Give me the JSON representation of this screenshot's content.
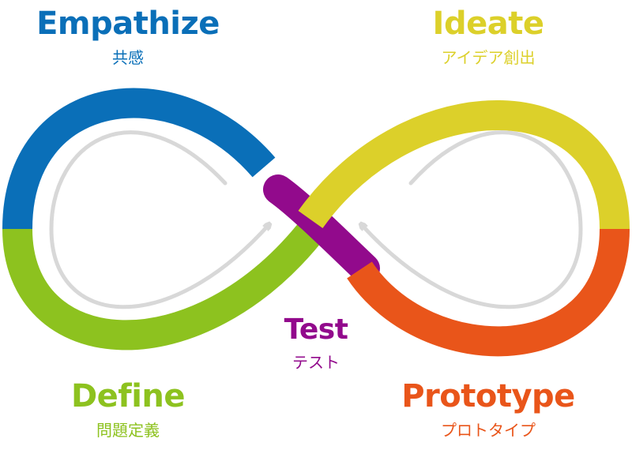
{
  "colors": {
    "empathize": "#0a6fb8",
    "define": "#8dc21f",
    "test": "#920a8c",
    "ideate": "#dcd02a",
    "prototype": "#e9551a",
    "arrow": "#d8d8d8"
  },
  "stages": {
    "empathize": {
      "en": "Empathize",
      "jp": "共感"
    },
    "ideate": {
      "en": "Ideate",
      "jp": "アイデア創出"
    },
    "test": {
      "en": "Test",
      "jp": "テスト"
    },
    "define": {
      "en": "Define",
      "jp": "問題定義"
    },
    "prototype": {
      "en": "Prototype",
      "jp": "プロトタイプ"
    }
  }
}
